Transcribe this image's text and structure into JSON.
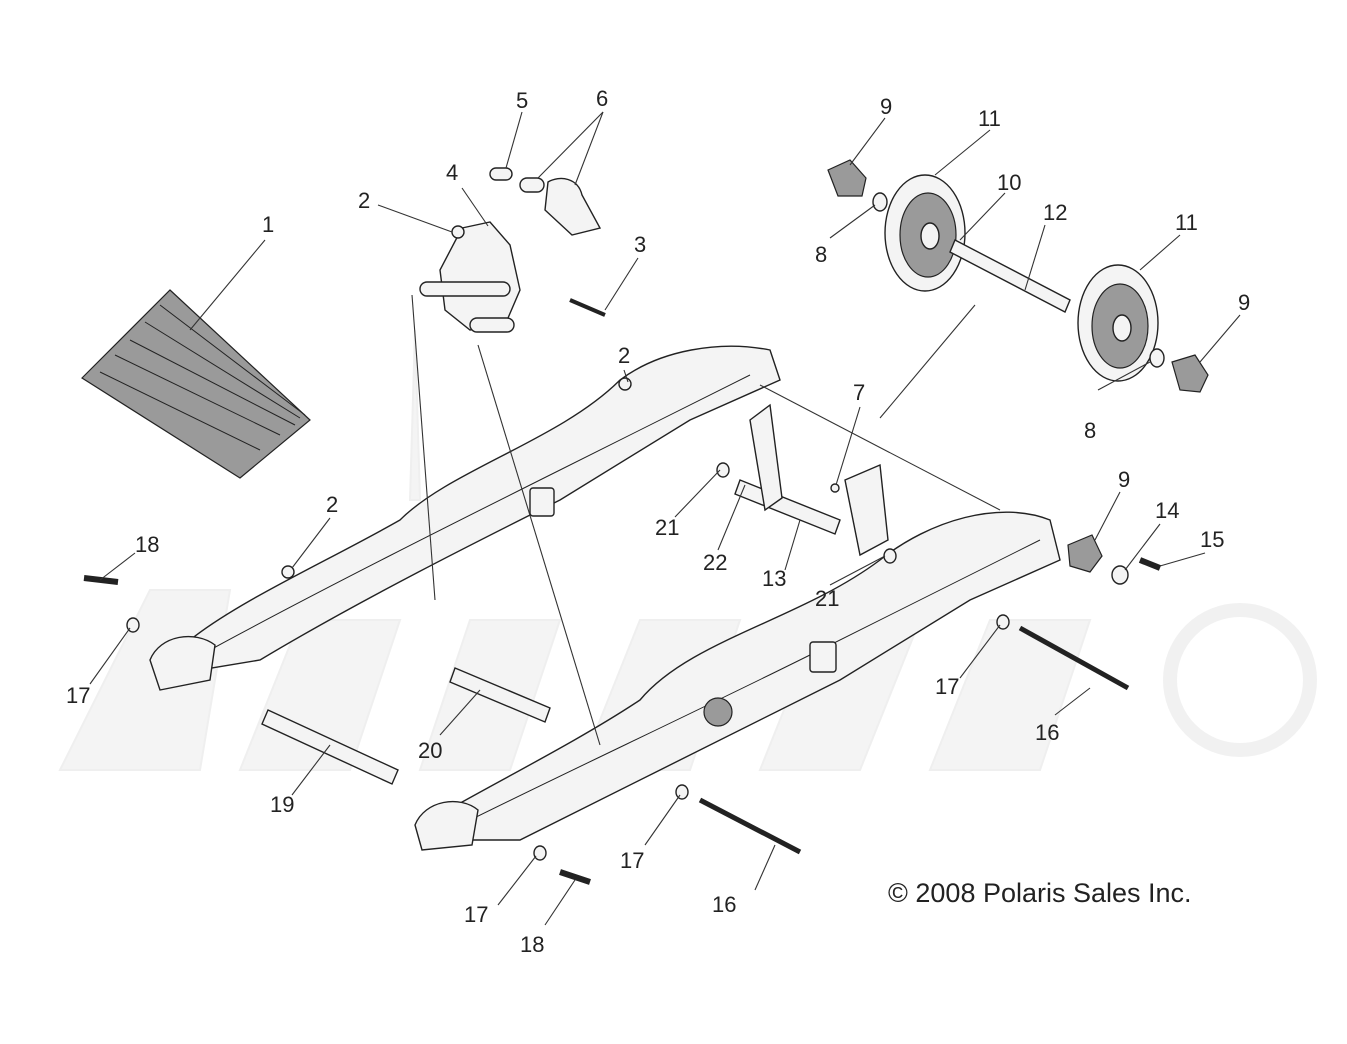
{
  "copyright": "© 2008 Polaris Sales Inc.",
  "callouts": [
    {
      "id": "c1",
      "label": "1"
    },
    {
      "id": "c2a",
      "label": "2"
    },
    {
      "id": "c2b",
      "label": "2"
    },
    {
      "id": "c2c",
      "label": "2"
    },
    {
      "id": "c3",
      "label": "3"
    },
    {
      "id": "c4",
      "label": "4"
    },
    {
      "id": "c5",
      "label": "5"
    },
    {
      "id": "c6",
      "label": "6"
    },
    {
      "id": "c7",
      "label": "7"
    },
    {
      "id": "c8a",
      "label": "8"
    },
    {
      "id": "c8b",
      "label": "8"
    },
    {
      "id": "c9a",
      "label": "9"
    },
    {
      "id": "c9b",
      "label": "9"
    },
    {
      "id": "c9c",
      "label": "9"
    },
    {
      "id": "c10",
      "label": "10"
    },
    {
      "id": "c11a",
      "label": "11"
    },
    {
      "id": "c11b",
      "label": "11"
    },
    {
      "id": "c12",
      "label": "12"
    },
    {
      "id": "c13",
      "label": "13"
    },
    {
      "id": "c14",
      "label": "14"
    },
    {
      "id": "c15",
      "label": "15"
    },
    {
      "id": "c16a",
      "label": "16"
    },
    {
      "id": "c16b",
      "label": "16"
    },
    {
      "id": "c17a",
      "label": "17"
    },
    {
      "id": "c17b",
      "label": "17"
    },
    {
      "id": "c17c",
      "label": "17"
    },
    {
      "id": "c17d",
      "label": "17"
    },
    {
      "id": "c18a",
      "label": "18"
    },
    {
      "id": "c18b",
      "label": "18"
    },
    {
      "id": "c19",
      "label": "19"
    },
    {
      "id": "c20",
      "label": "20"
    },
    {
      "id": "c21a",
      "label": "21"
    },
    {
      "id": "c21b",
      "label": "21"
    },
    {
      "id": "c22",
      "label": "22"
    }
  ]
}
